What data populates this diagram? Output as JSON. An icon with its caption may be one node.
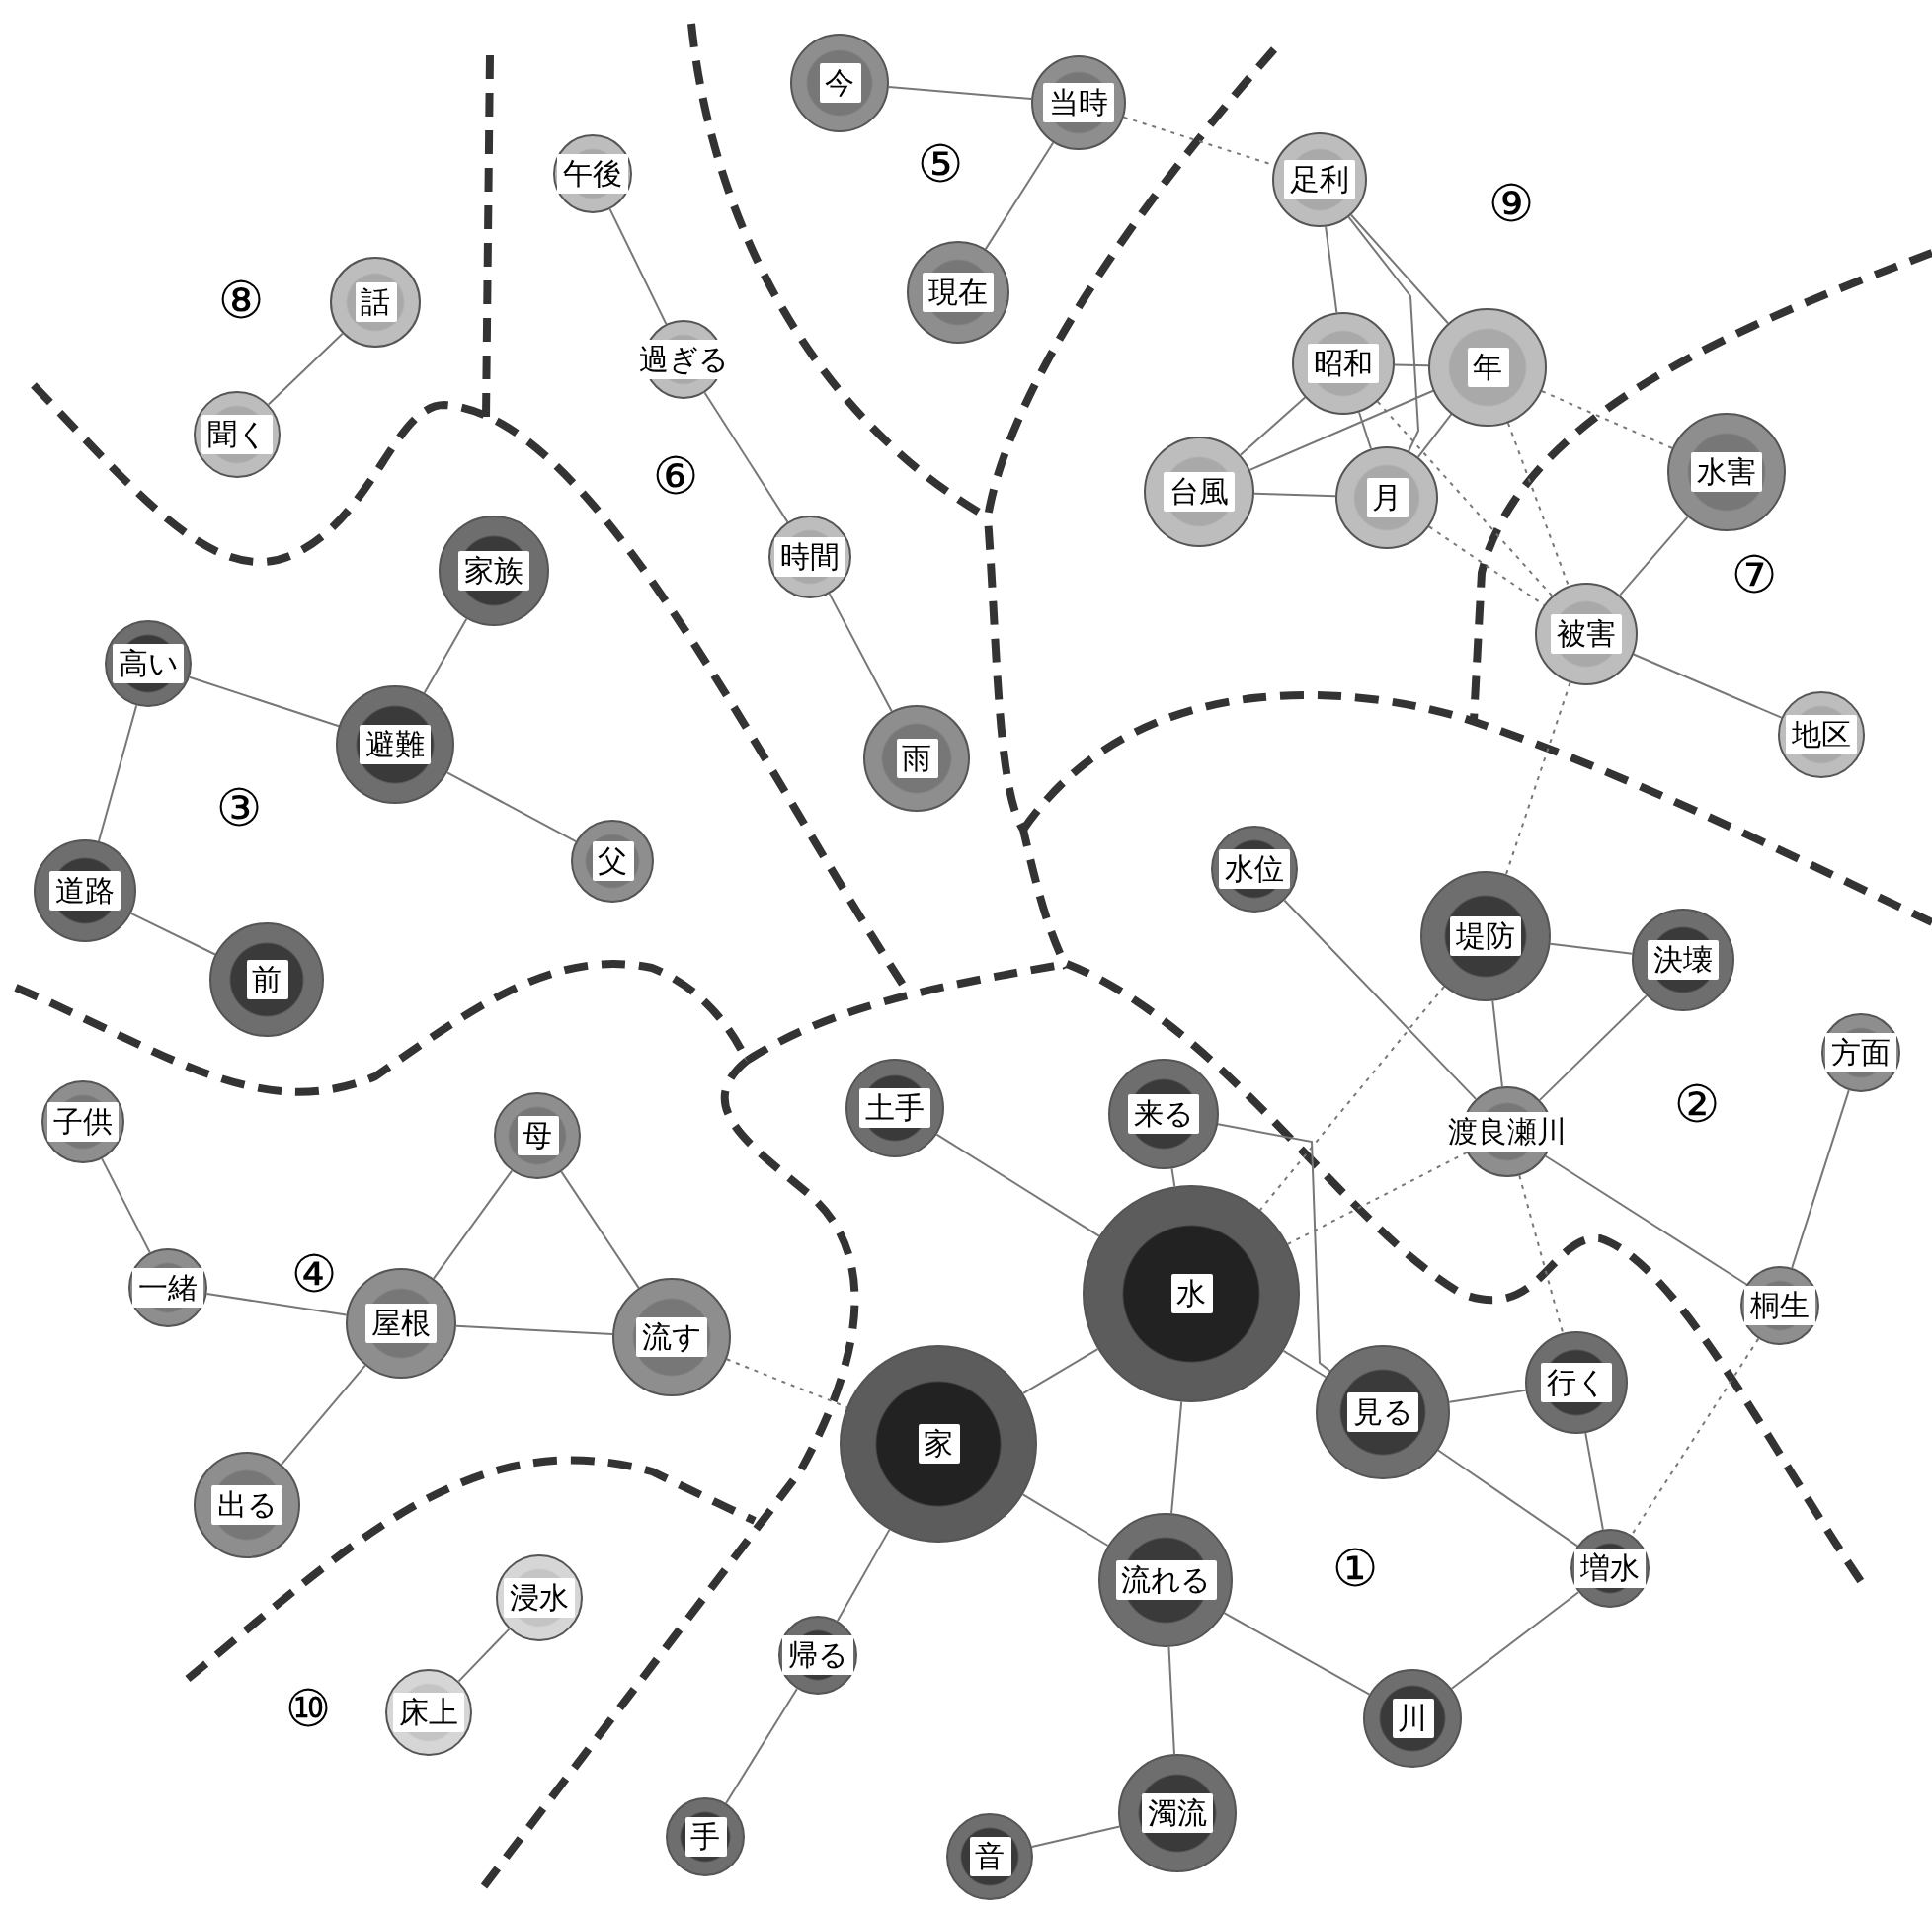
{
  "diagram": {
    "nodes": [
      {
        "text": [
          "今"
        ]
      },
      {
        "text": [
          "当時"
        ]
      },
      {
        "text": [
          "現在"
        ]
      },
      {
        "text": [
          "午後"
        ]
      },
      {
        "text": [
          "話"
        ]
      },
      {
        "text": [
          "聞く"
        ]
      },
      {
        "text": [
          "過ぎる"
        ]
      },
      {
        "text": [
          "足利"
        ]
      },
      {
        "text": [
          "昭和"
        ]
      },
      {
        "text": [
          "年"
        ]
      },
      {
        "text": [
          "台風"
        ]
      },
      {
        "text": [
          "月"
        ]
      },
      {
        "text": [
          "水害"
        ]
      },
      {
        "text": [
          "家族"
        ]
      },
      {
        "text": [
          "高い"
        ]
      },
      {
        "text": [
          "避難"
        ]
      },
      {
        "text": [
          "時間"
        ]
      },
      {
        "text": [
          "被害"
        ]
      },
      {
        "text": [
          "地区"
        ]
      },
      {
        "text": [
          "雨"
        ]
      },
      {
        "text": [
          "父"
        ]
      },
      {
        "text": [
          "道路"
        ]
      },
      {
        "text": [
          "水位"
        ]
      },
      {
        "text": [
          "堤防"
        ]
      },
      {
        "text": [
          "決壊"
        ]
      },
      {
        "text": [
          "前"
        ]
      },
      {
        "text": [
          "方面"
        ]
      },
      {
        "text": [
          "渡良瀬川"
        ]
      },
      {
        "text": [
          "子供"
        ]
      },
      {
        "text": [
          "土手"
        ]
      },
      {
        "text": [
          "来る"
        ]
      },
      {
        "text": [
          "母"
        ]
      },
      {
        "text": [
          "一緒"
        ]
      },
      {
        "text": [
          "水"
        ]
      },
      {
        "text": [
          "屋根"
        ]
      },
      {
        "text": [
          "流す"
        ]
      },
      {
        "text": [
          "桐生"
        ]
      },
      {
        "text": [
          "見る"
        ]
      },
      {
        "text": [
          "行く"
        ]
      },
      {
        "text": [
          "家"
        ]
      },
      {
        "text": [
          "出る"
        ]
      },
      {
        "text": [
          "浸水"
        ]
      },
      {
        "text": [
          "増水"
        ]
      },
      {
        "text": [
          "流れる"
        ]
      },
      {
        "text": [
          "床上"
        ]
      },
      {
        "text": [
          "帰る"
        ]
      },
      {
        "text": [
          "川"
        ]
      },
      {
        "text": [
          "手"
        ]
      },
      {
        "text": [
          "濁流"
        ]
      },
      {
        "text": [
          "音"
        ]
      }
    ],
    "edges": [
      {
        "from": 0,
        "to": 1,
        "arrow": "none"
      },
      {
        "from": 1,
        "to": 2,
        "arrow": "none"
      },
      {
        "from": 1,
        "to": 7,
        "arrow": "none",
        "style": "dashed"
      },
      {
        "from": 7,
        "to": 8,
        "arrow": "none"
      },
      {
        "from": 7,
        "to": 11,
        "arrow": "none"
      },
      {
        "from": 7,
        "to": 9,
        "arrow": "none"
      },
      {
        "from": 8,
        "to": 9,
        "arrow": "none"
      },
      {
        "from": 8,
        "to": 10,
        "arrow": "none"
      },
      {
        "from": 8,
        "to": 11,
        "arrow": "none"
      },
      {
        "from": 10,
        "to": 9,
        "arrow": "none"
      },
      {
        "from": 10,
        "to": 11,
        "arrow": "none"
      },
      {
        "from": 11,
        "to": 9,
        "arrow": "none"
      },
      {
        "from": 9,
        "to": 12,
        "arrow": "none",
        "style": "dashed"
      },
      {
        "from": 9,
        "to": 17,
        "arrow": "none",
        "style": "dashed"
      },
      {
        "from": 8,
        "to": 17,
        "arrow": "none",
        "style": "dashed"
      },
      {
        "from": 11,
        "to": 17,
        "arrow": "none",
        "style": "dashed"
      },
      {
        "from": 12,
        "to": 17,
        "arrow": "none"
      },
      {
        "from": 17,
        "to": 18,
        "arrow": "none"
      },
      {
        "from": 17,
        "to": 23,
        "arrow": "none",
        "style": "dashed"
      },
      {
        "from": 4,
        "to": 5,
        "arrow": "none"
      },
      {
        "from": 3,
        "to": 6,
        "arrow": "none"
      },
      {
        "from": 6,
        "to": 16,
        "arrow": "none"
      },
      {
        "from": 16,
        "to": 19,
        "arrow": "none"
      },
      {
        "from": 13,
        "to": 15,
        "arrow": "none"
      },
      {
        "from": 14,
        "to": 15,
        "arrow": "none"
      },
      {
        "from": 14,
        "to": 21,
        "arrow": "none"
      },
      {
        "from": 15,
        "to": 20,
        "arrow": "none"
      },
      {
        "from": 21,
        "to": 25,
        "arrow": "none"
      },
      {
        "from": 28,
        "to": 32,
        "arrow": "none"
      },
      {
        "from": 32,
        "to": 34,
        "arrow": "none"
      },
      {
        "from": 34,
        "to": 31,
        "arrow": "none"
      },
      {
        "from": 31,
        "to": 35,
        "arrow": "none"
      },
      {
        "from": 34,
        "to": 35,
        "arrow": "none"
      },
      {
        "from": 34,
        "to": 40,
        "arrow": "none"
      },
      {
        "from": 35,
        "to": 39,
        "arrow": "none",
        "style": "dashed"
      },
      {
        "from": 41,
        "to": 44,
        "arrow": "none"
      },
      {
        "from": 22,
        "to": 27,
        "arrow": "none"
      },
      {
        "from": 23,
        "to": 24,
        "arrow": "none"
      },
      {
        "from": 23,
        "to": 27,
        "arrow": "none"
      },
      {
        "from": 24,
        "to": 27,
        "arrow": "none"
      },
      {
        "from": 27,
        "to": 36,
        "arrow": "none"
      },
      {
        "from": 26,
        "to": 36,
        "arrow": "none"
      },
      {
        "from": 27,
        "to": 38,
        "arrow": "none",
        "style": "dashed"
      },
      {
        "from": 36,
        "to": 42,
        "arrow": "none",
        "style": "dashed"
      },
      {
        "from": 23,
        "to": 33,
        "arrow": "none",
        "style": "dashed"
      },
      {
        "from": 27,
        "to": 33,
        "arrow": "none",
        "style": "dashed"
      },
      {
        "from": 29,
        "to": 33,
        "arrow": "none"
      },
      {
        "from": 30,
        "to": 33,
        "arrow": "none"
      },
      {
        "from": 30,
        "to": 37,
        "arrow": "none"
      },
      {
        "from": 33,
        "to": 37,
        "arrow": "none"
      },
      {
        "from": 33,
        "to": 39,
        "arrow": "none"
      },
      {
        "from": 33,
        "to": 43,
        "arrow": "none"
      },
      {
        "from": 37,
        "to": 38,
        "arrow": "none"
      },
      {
        "from": 37,
        "to": 42,
        "arrow": "none"
      },
      {
        "from": 38,
        "to": 42,
        "arrow": "none"
      },
      {
        "from": 39,
        "to": 43,
        "arrow": "none"
      },
      {
        "from": 39,
        "to": 45,
        "arrow": "none"
      },
      {
        "from": 45,
        "to": 47,
        "arrow": "none"
      },
      {
        "from": 43,
        "to": 46,
        "arrow": "none"
      },
      {
        "from": 46,
        "to": 42,
        "arrow": "none"
      },
      {
        "from": 43,
        "to": 48,
        "arrow": "none"
      },
      {
        "from": 48,
        "to": 49,
        "arrow": "none"
      }
    ],
    "labels": [
      "⑤",
      "⑨",
      "⑧",
      "⑥",
      "⑦",
      "③",
      "②",
      "④",
      "①",
      "⑩"
    ]
  }
}
